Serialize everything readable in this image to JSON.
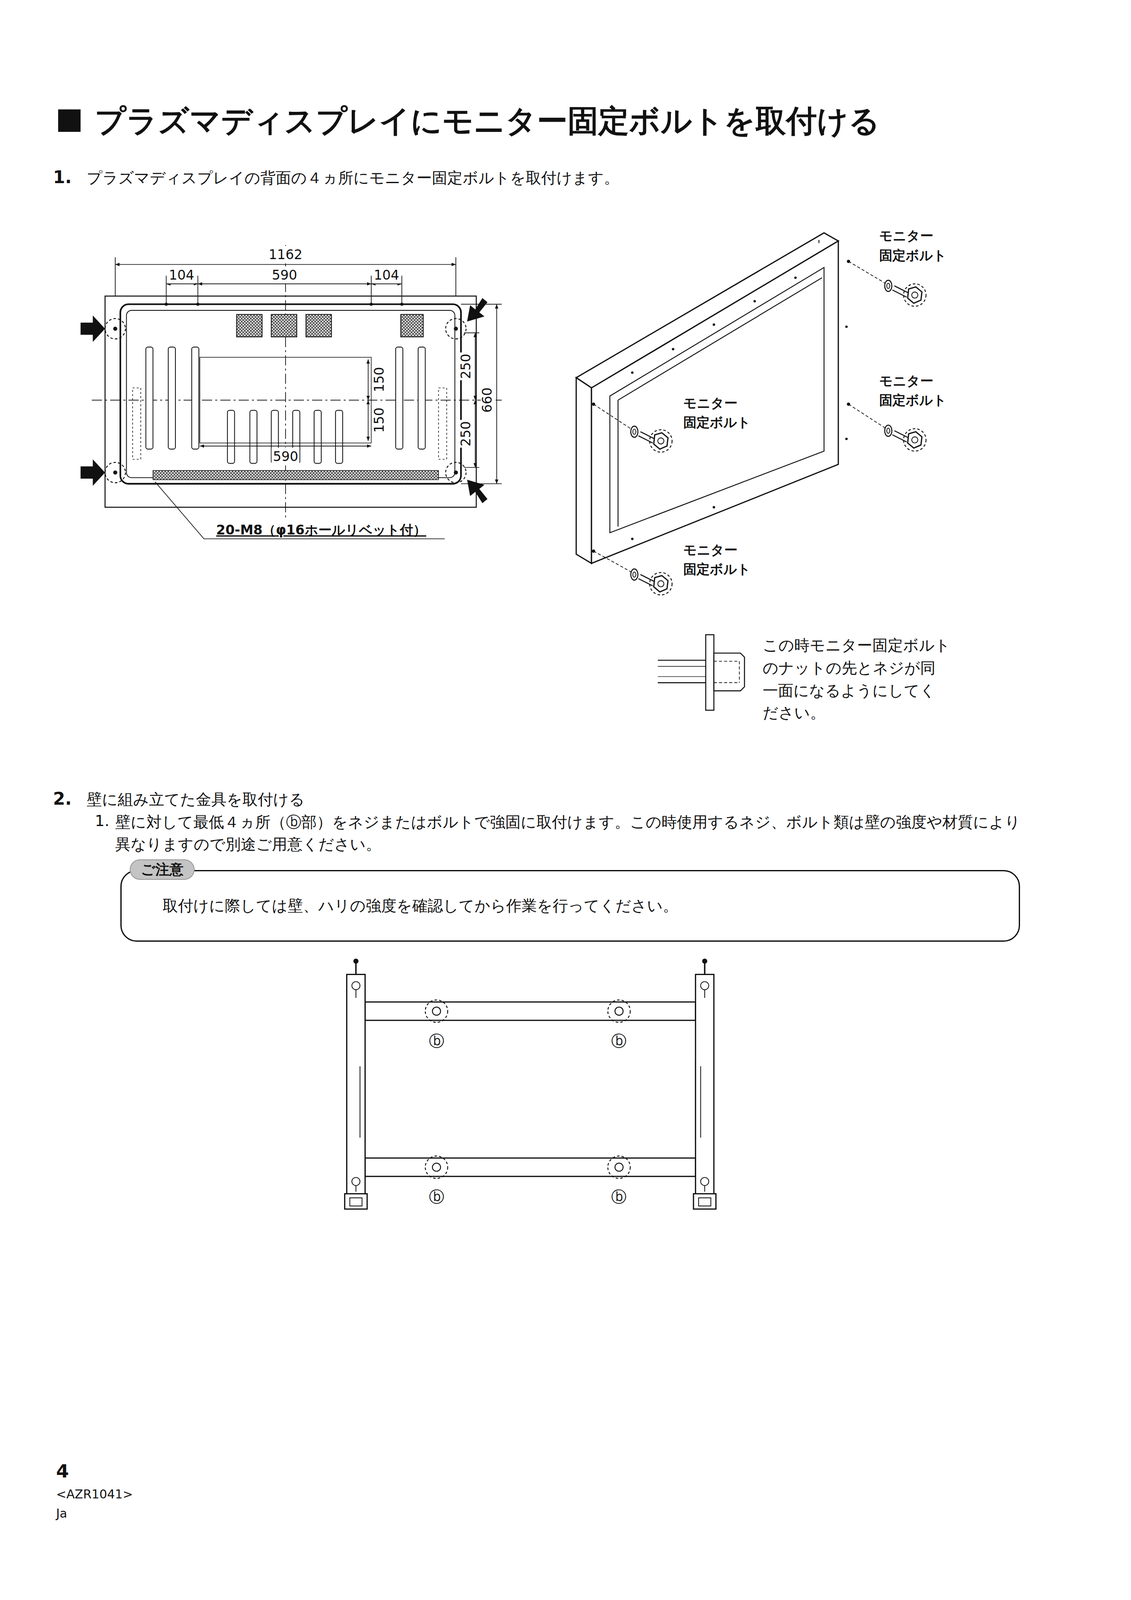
{
  "diagram": {
    "title": "プラズマディスプレイにモニター固定ボルトを取付ける",
    "nodes": [
      {
        "text": [
          "ご注意",
          "取付けに際しては壁、ハリの強度を確認してから作業を行ってください。"
        ]
      }
    ],
    "labels": [
      "1.",
      "プラズマディスプレイの背面の４ヵ所にモニター固定ボルトを取付けます。",
      "1162",
      "104",
      "590",
      "104",
      "150",
      "150",
      "250",
      "250",
      "660",
      "590",
      "20-M8（φ16ホールリベット付）",
      "モニター 固定ボルト",
      "モニター 固定ボルト",
      "モニター 固定ボルト",
      "モニター 固定ボルト",
      "この時モニター固定ボルトのナットの先とネジが同一面になるようにしてください。",
      "2.",
      "壁に組み立てた金具を取付ける",
      "1.",
      "壁に対して最低４ヵ所（ⓑ部）をネジまたはボルトで強固に取付けます。この時使用するネジ、ボルト類は壁の強度や材質により異なりますので別途ご用意ください。",
      "ⓑ",
      "ⓑ",
      "ⓑ",
      "ⓑ",
      "4",
      "<AZR1041>",
      "Ja"
    ]
  }
}
